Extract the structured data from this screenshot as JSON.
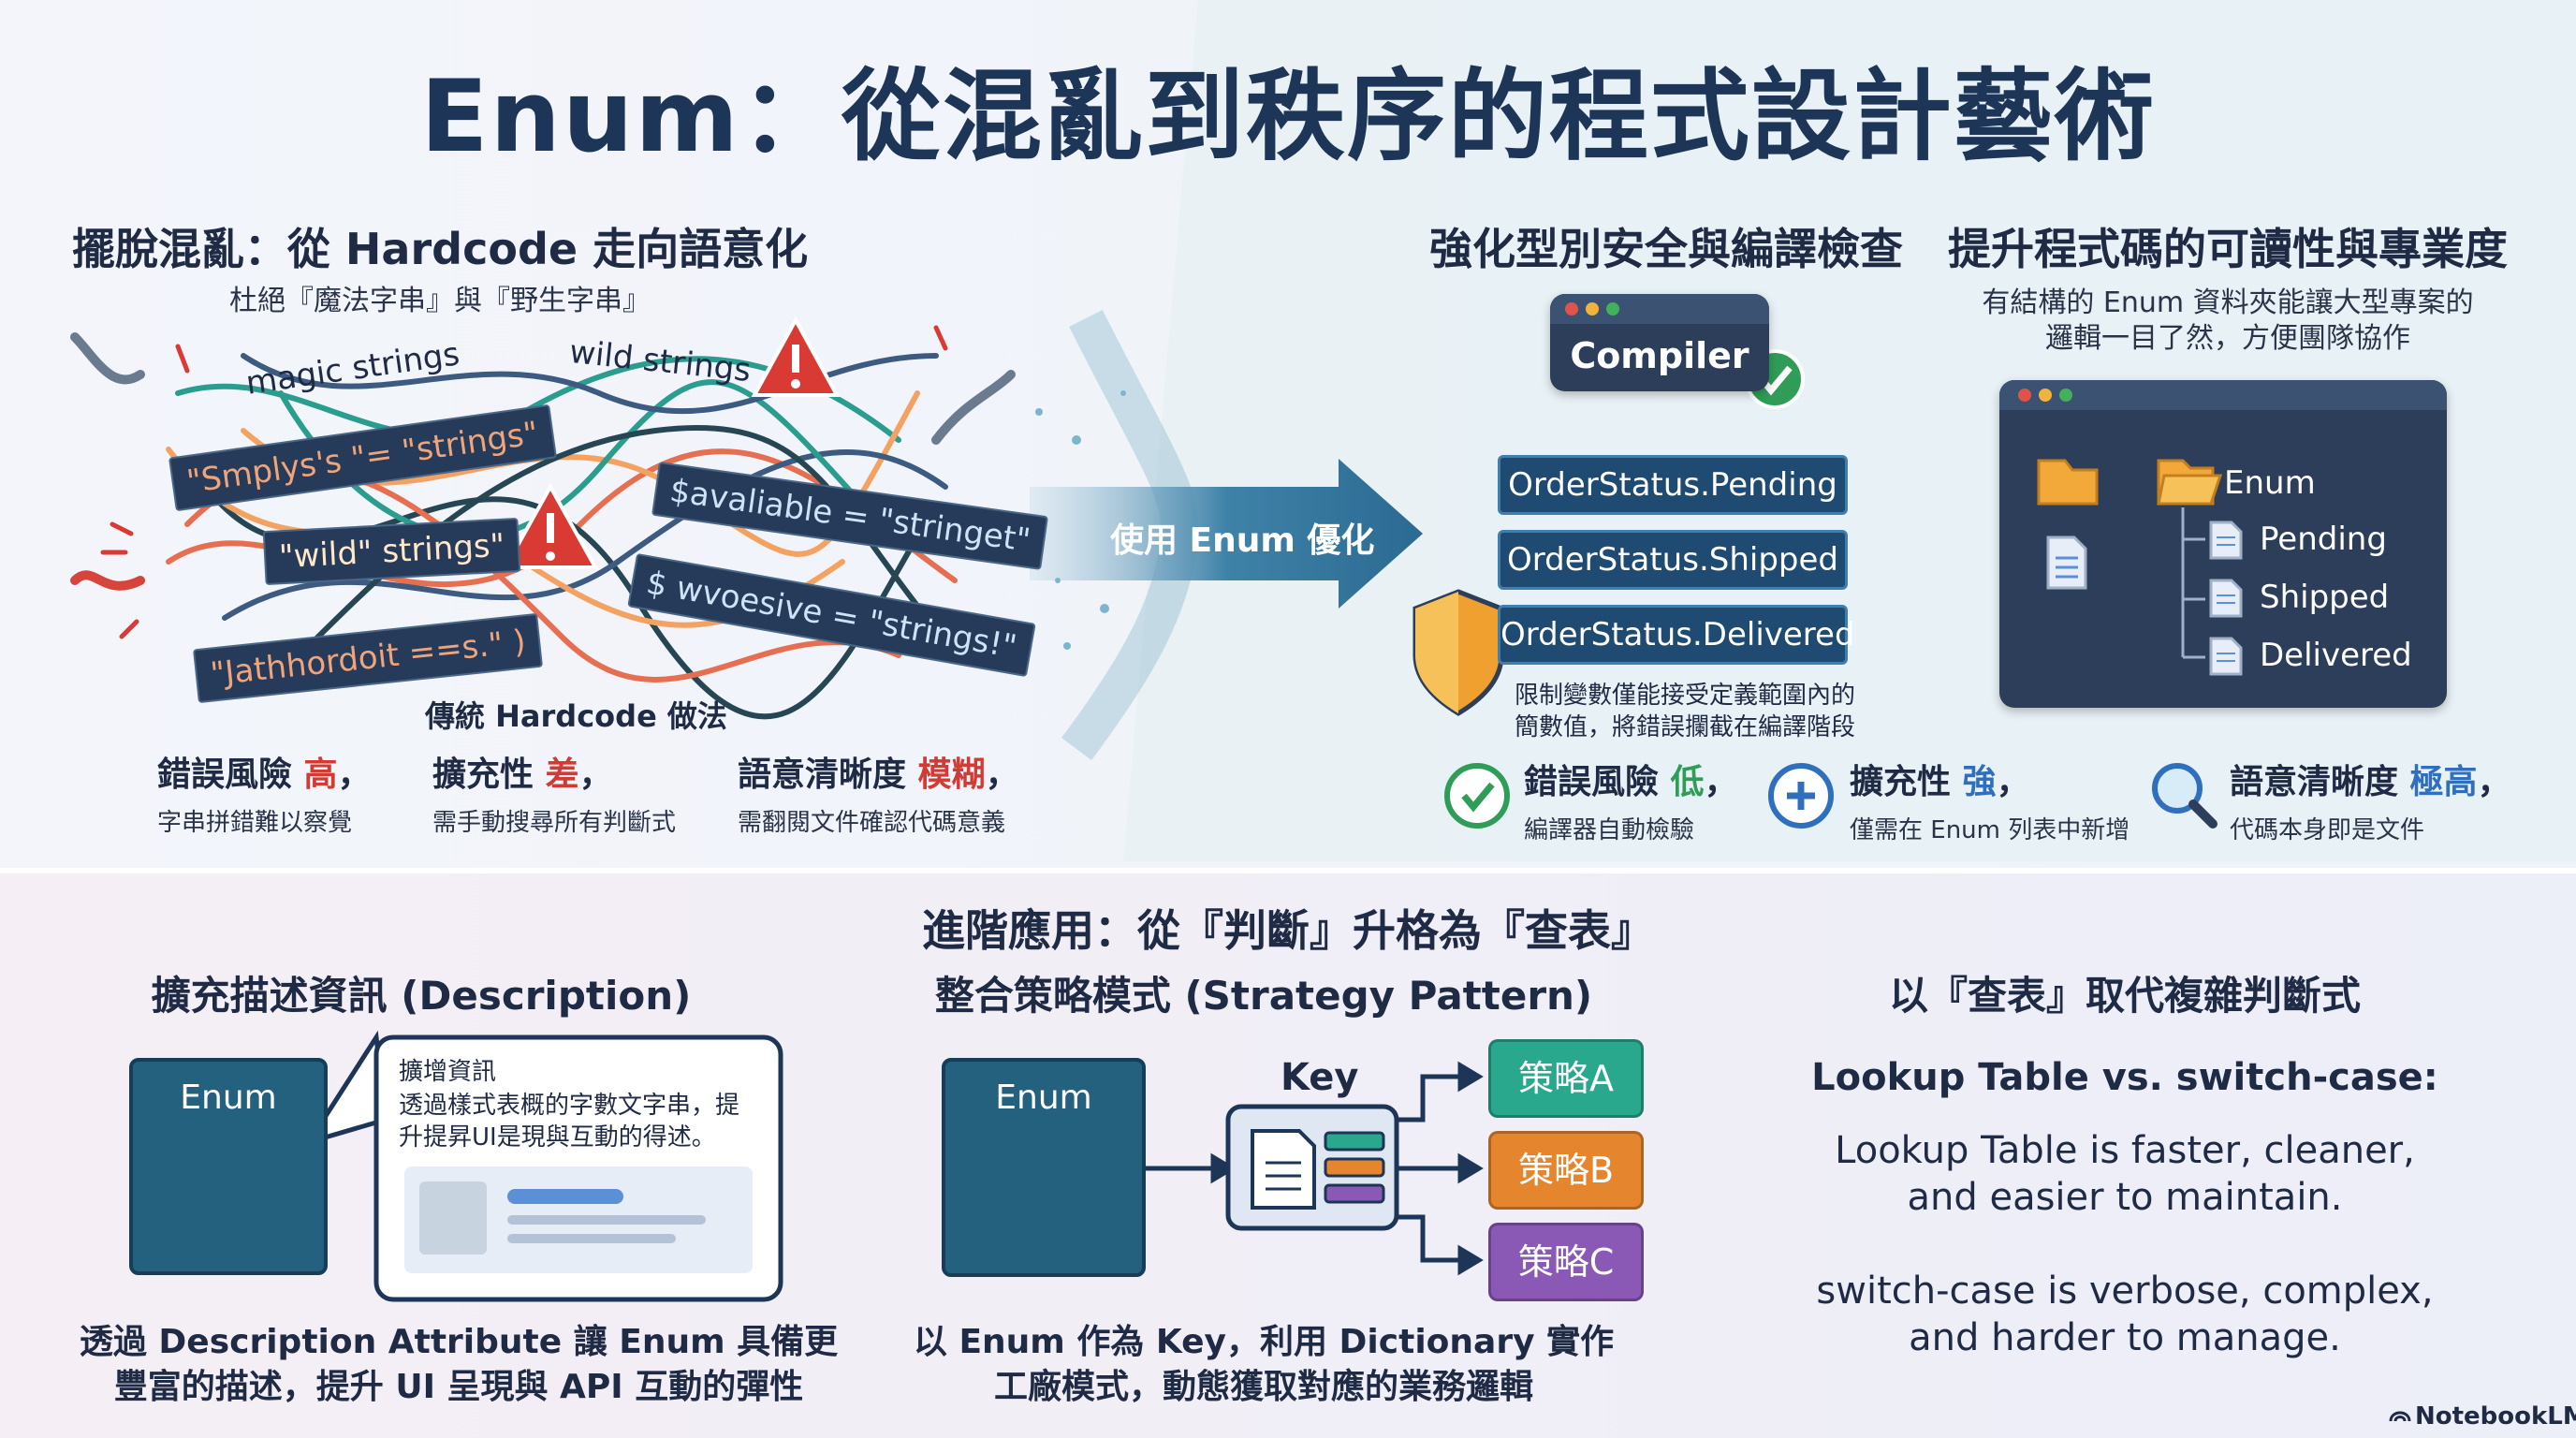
{
  "title": "Enum：從混亂到秩序的程式設計藝術",
  "left_panel": {
    "heading": "擺脫混亂：從 Hardcode 走向語意化",
    "subheading": "杜絕『魔法字串』與『野生字串』",
    "wire_label_magic": "magic strings",
    "wire_label_wild": "wild strings",
    "bad_code": [
      "\"Smplys's \"= \"strings\"",
      "\"wild\" strings\"",
      "\"Jathhordoit ==s.\" )",
      "$avaliable = \"stringet\"",
      "$ wvoesive = \"strings!\""
    ],
    "caption": "傳統 Hardcode 做法",
    "metrics": [
      {
        "label": "錯誤風險 ",
        "value": "高",
        "suffix": "，",
        "desc": "字串拼錯難以察覺"
      },
      {
        "label": "擴充性 ",
        "value": "差",
        "suffix": "，",
        "desc": "需手動搜尋所有判斷式"
      },
      {
        "label": "語意清晰度 ",
        "value": "模糊",
        "suffix": "，",
        "desc": "需翻閱文件確認代碼意義"
      }
    ]
  },
  "arrow": {
    "label": "使用 Enum 優化"
  },
  "safety_panel": {
    "heading": "強化型別安全與編譯檢查",
    "compiler_label": "Compiler",
    "statuses": [
      "OrderStatus.Pending",
      "OrderStatus.Shipped",
      "OrderStatus.Delivered"
    ],
    "note_line1": "限制變數僅能接受定義範圍內的",
    "note_line2": "簡數值，將錯誤攔截在編譯階段"
  },
  "readability_panel": {
    "heading": "提升程式碼的可讀性與專業度",
    "sub_line1": "有結構的 Enum 資料夾能讓大型專案的",
    "sub_line2": "邏輯一目了然，方便團隊協作",
    "folder_label": "Enum",
    "files": [
      "Pending",
      "Shipped",
      "Delivered"
    ]
  },
  "right_metrics": [
    {
      "label": "錯誤風險 ",
      "value": "低",
      "suffix": "，",
      "desc": "編譯器自動檢驗",
      "icon": "check-icon"
    },
    {
      "label": "擴充性 ",
      "value": "強",
      "suffix": "，",
      "desc": "僅需在 Enum 列表中新增",
      "icon": "plus-icon"
    },
    {
      "label": "語意清晰度 ",
      "value": "極高",
      "suffix": "，",
      "desc": "代碼本身即是文件",
      "icon": "magnifier-icon"
    }
  ],
  "advanced": {
    "heading": "進階應用：從『判斷』升格為『查表』",
    "description": {
      "heading": "擴充描述資訊 (Description)",
      "enum_label": "Enum",
      "bubble_line1": "擴增資訊",
      "bubble_line2": "透過樣式表概的字數文字串，提",
      "bubble_line3": "升提昇UI是現與互動的得述。",
      "caption_line1": "透過 Description Attribute 讓 Enum 具備更",
      "caption_line2": "豐富的描述，提升 UI 呈現與 API 互動的彈性"
    },
    "strategy": {
      "heading": "整合策略模式 (Strategy Pattern)",
      "enum_label": "Enum",
      "key_label": "Key",
      "strategies": [
        {
          "label": "策略A",
          "color": "#2aa88e"
        },
        {
          "label": "策略B",
          "color": "#e5862f"
        },
        {
          "label": "策略C",
          "color": "#8a59b5"
        }
      ],
      "caption_line1": "以 Enum 作為 Key，利用 Dictionary 實作",
      "caption_line2": "工廠模式，動態獲取對應的業務邏輯"
    },
    "lookup": {
      "heading": "以『查表』取代複雜判斷式",
      "subheading": "Lookup Table vs. switch-case:",
      "line1": "Lookup Table is faster, cleaner,",
      "line2": "and easier to maintain.",
      "line3": "switch-case is verbose, complex,",
      "line4": "and harder to manage."
    }
  },
  "watermark": "NotebookLM",
  "colors": {
    "navy": "#1d3557",
    "teal": "#24617f",
    "red": "#d13b34",
    "green": "#2f9d57",
    "blue": "#2f6fbe"
  }
}
